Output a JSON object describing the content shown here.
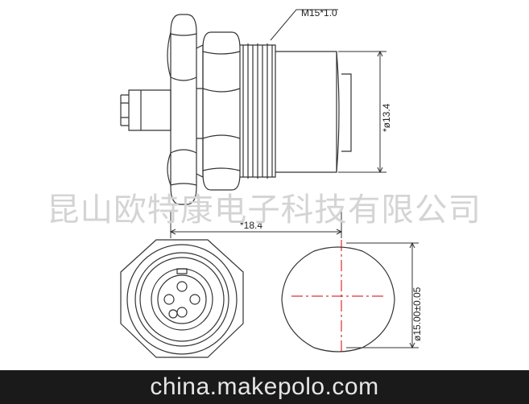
{
  "drawing": {
    "thread_label": "M15*1.0",
    "diameter_label": "*ø13.4",
    "length_label": "*18.4",
    "panel_cutout_label": "ø15.00±0.05"
  },
  "watermark": {
    "company_text": "昆山欧特康电子科技有限公司"
  },
  "footer": {
    "site_text": "china.makepolo.com"
  },
  "colors": {
    "line": "#333333",
    "centerline": "#d40000",
    "watermark": "#d4d4d4",
    "footer_bg": "#1a1a1a"
  }
}
